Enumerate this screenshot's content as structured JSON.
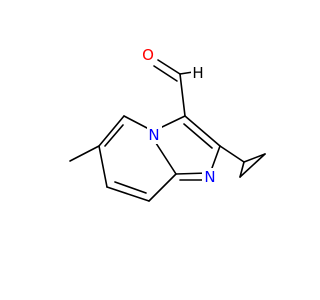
{
  "molecule": {
    "atoms": {
      "oxygen": {
        "symbol": "O",
        "color": "#ff0000"
      },
      "bridge_nitrogen": {
        "symbol": "N",
        "color": "#0000ff"
      },
      "imine_nitrogen": {
        "symbol": "N",
        "color": "#0000ff"
      },
      "aldehyde_hydrogen": {
        "symbol": "H",
        "color": "#000000"
      }
    },
    "bond_color": "#000000"
  }
}
